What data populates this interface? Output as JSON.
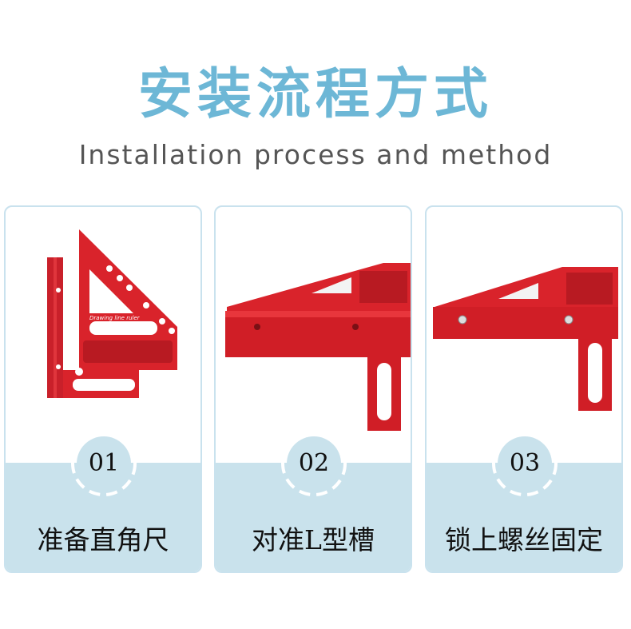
{
  "header": {
    "title": "安装流程方式",
    "subtitle": "Installation process and method"
  },
  "steps": [
    {
      "number": "01",
      "label": "准备直角尺",
      "ruler_text": "Drawing line ruler"
    },
    {
      "number": "02",
      "label": "对准L型槽"
    },
    {
      "number": "03",
      "label": "锁上螺丝固定"
    }
  ],
  "colors": {
    "title": "#6db7d6",
    "card_border": "#c9e2ee",
    "panel": "#c9e2ec",
    "product": "#d9232b"
  }
}
